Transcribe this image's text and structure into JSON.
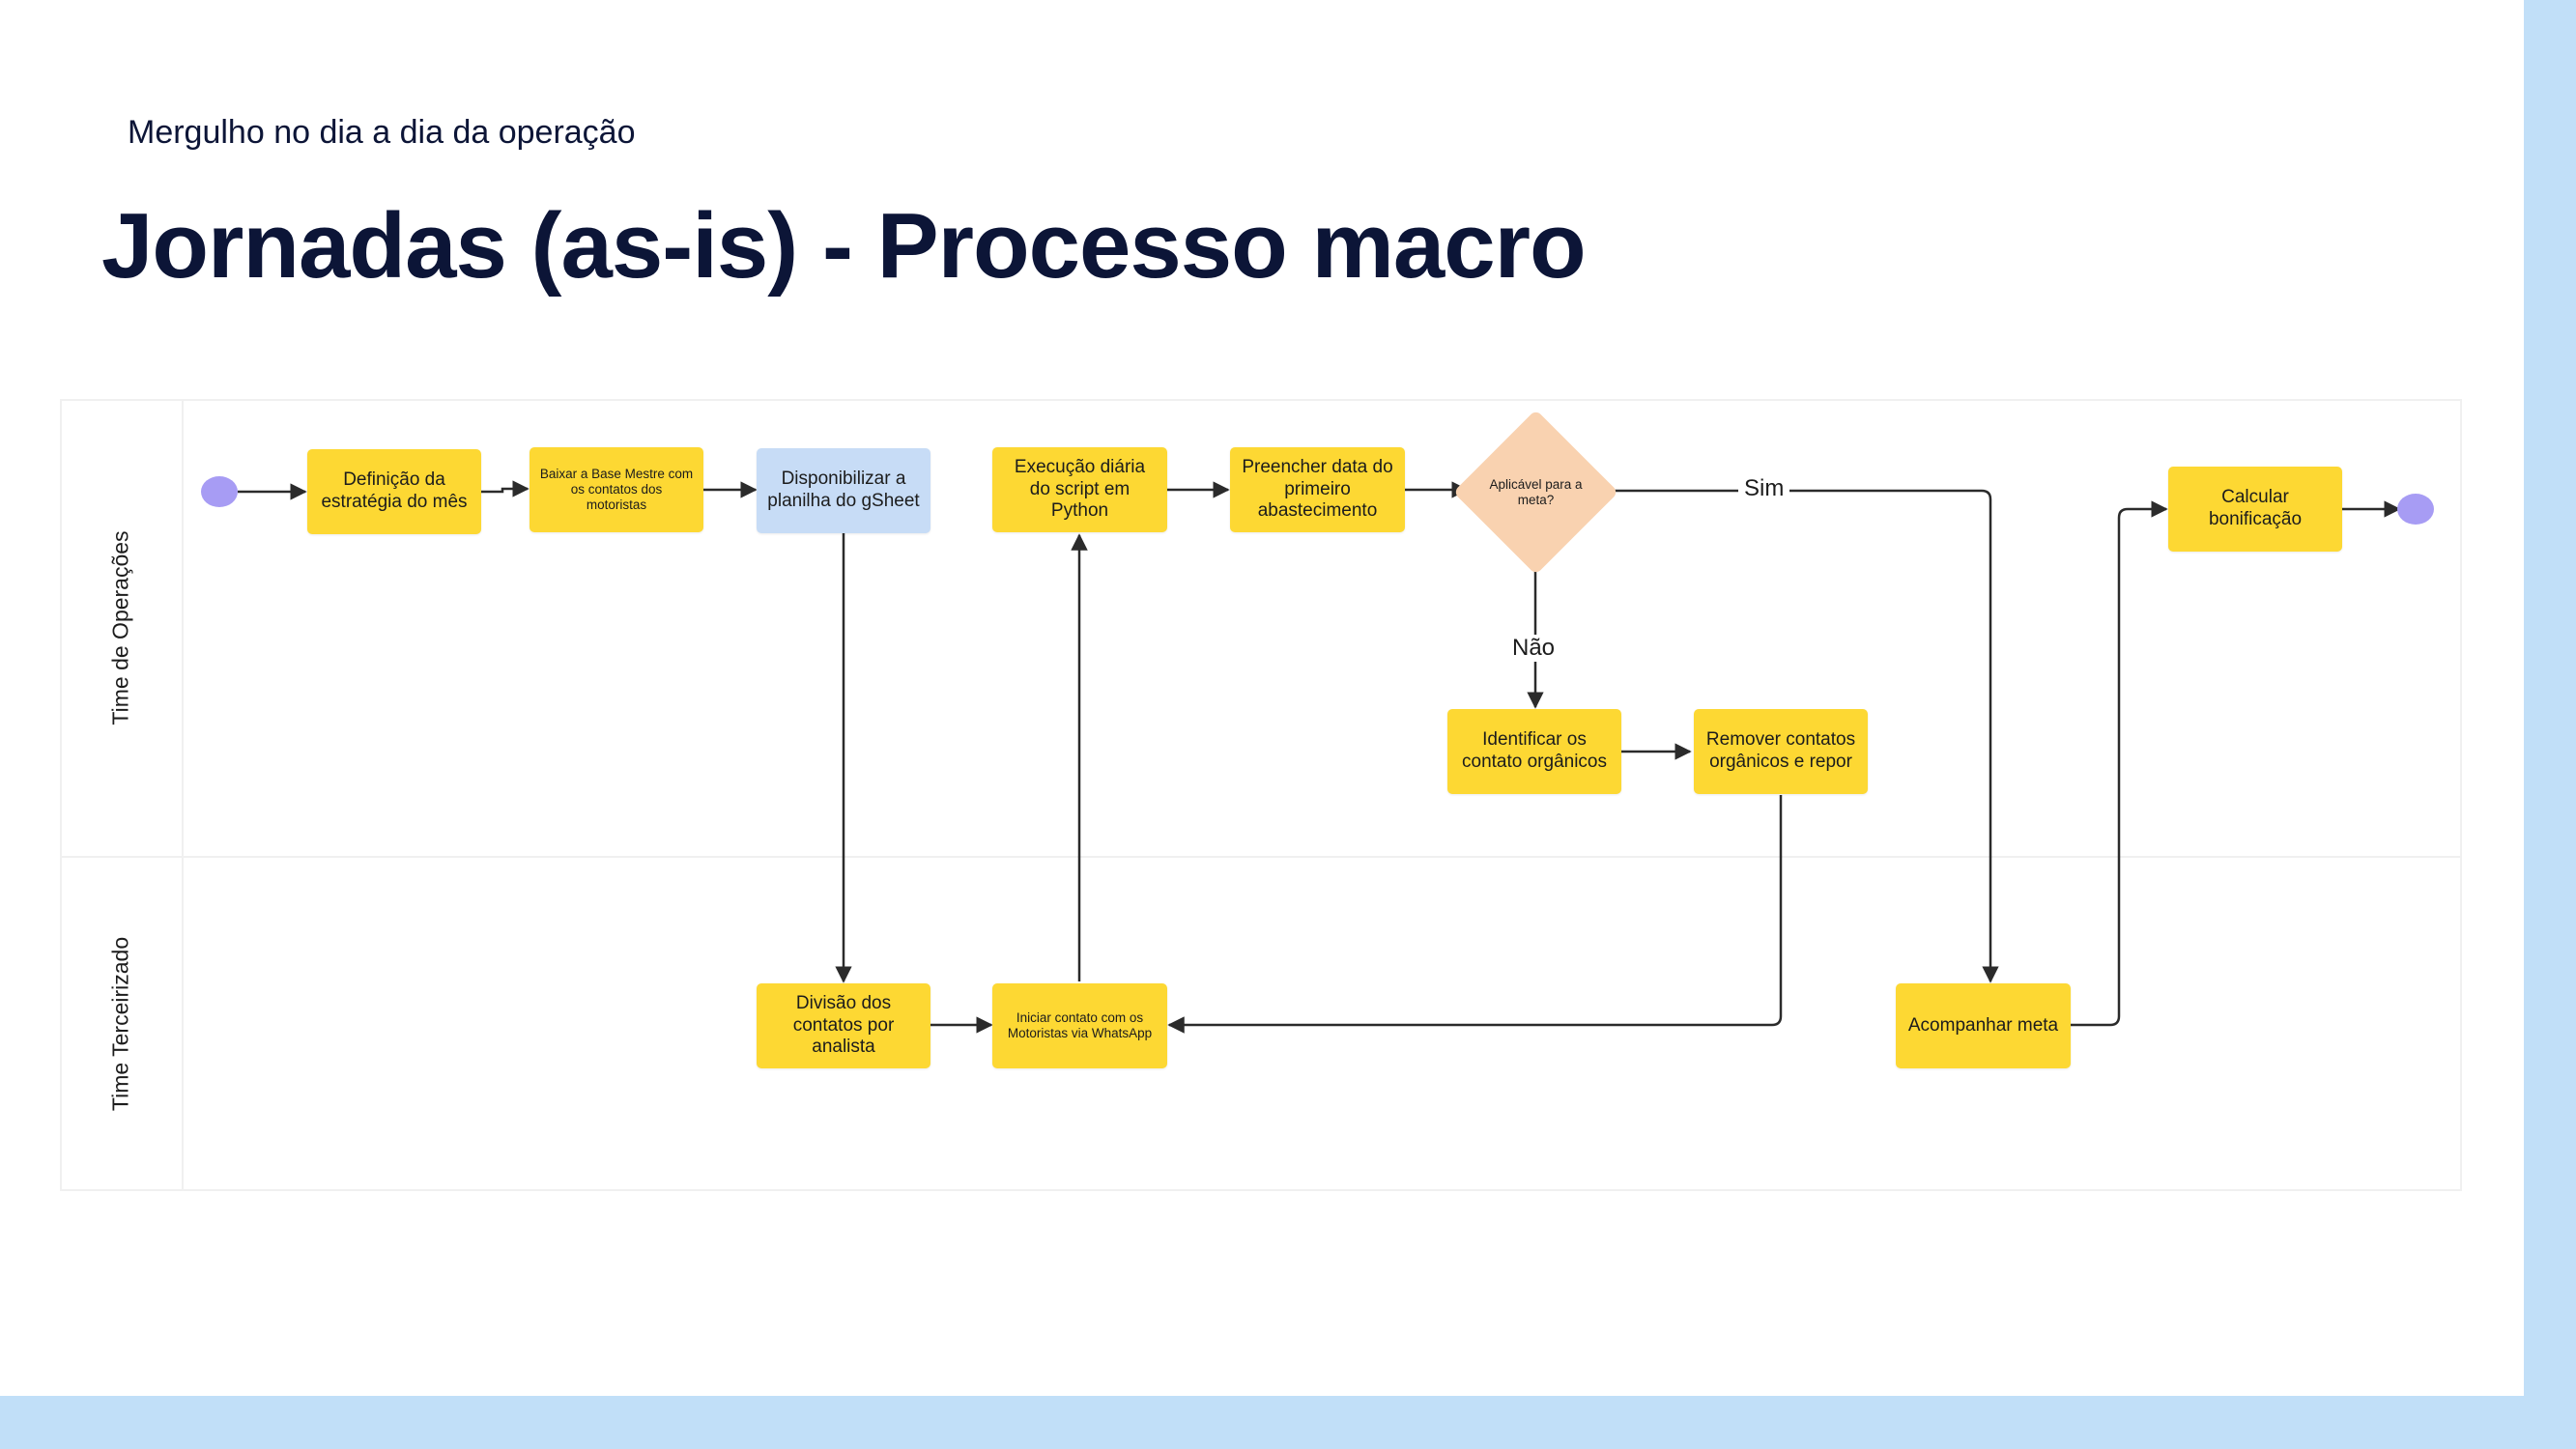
{
  "header": {
    "subtitle": "Mergulho no dia a dia da operação",
    "title": "Jornadas (as-is) - Processo macro"
  },
  "lanes": {
    "operacoes": "Time de Operações",
    "terceirizado": "Time Terceirizado"
  },
  "nodes": {
    "definicao_estrategia": "Definição da estratégia do mês",
    "baixar_base_mestre": "Baixar a Base Mestre com os contatos dos motoristas",
    "disponibilizar_planilha": "Disponibilizar a planilha do gSheet",
    "execucao_diaria": "Execução diária do script em Python",
    "preencher_data": "Preencher data do primeiro abastecimento",
    "aplicavel_meta": "Aplicável para a meta?",
    "calcular_bonificacao": "Calcular bonificação",
    "identificar_organicos": "Identificar os contato orgânicos",
    "remover_organicos": "Remover contatos orgânicos e repor",
    "divisao_contatos": "Divisão dos contatos por analista",
    "iniciar_contato": "Iniciar contato com os Motoristas via WhatsApp",
    "acompanhar_meta": "Acompanhar meta"
  },
  "edge_labels": {
    "sim": "Sim",
    "nao": "Não"
  },
  "colors": {
    "process": "#fdd833",
    "process_highlight": "#c7dcf6",
    "decision": "#f9d2b0",
    "terminal": "#a79cf4",
    "title": "#0c1537",
    "accent_bar": "#c1dff8"
  }
}
